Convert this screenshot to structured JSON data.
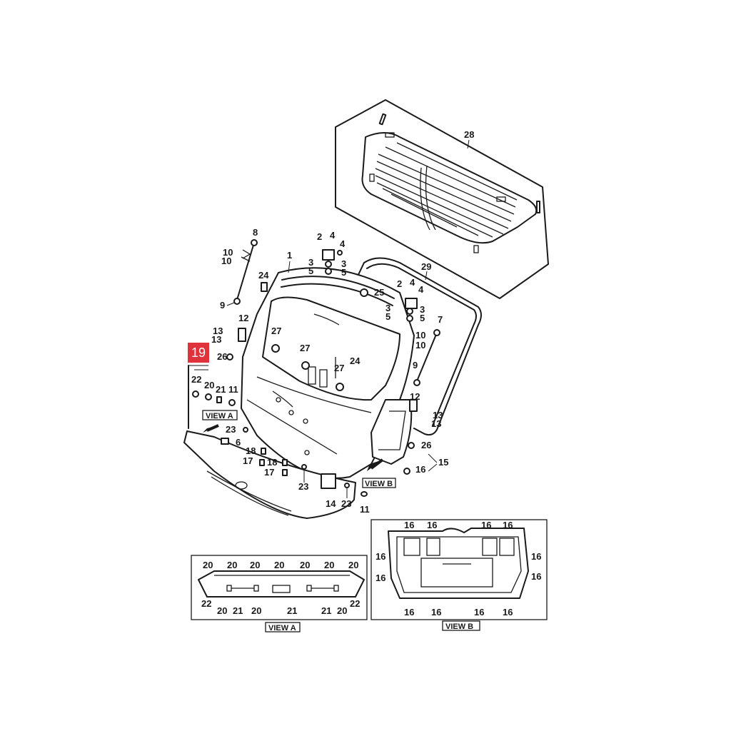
{
  "highlight": {
    "label": "19",
    "color": "#e0323c"
  },
  "part_numbers": {
    "glass": "28",
    "door": "1",
    "weatherstrip": "29",
    "strut_left": "8",
    "strut_right": "7",
    "hinge": "2",
    "hinge_bolt": "3",
    "hinge_nut_a": "4",
    "hinge_nut_b": "5",
    "clip_a": "10",
    "clip_b": "9",
    "pad": "24",
    "plug_a": "25",
    "plug_b": "26",
    "plug_c": "27",
    "bumper": "12",
    "screw": "13",
    "garnish_22": "22",
    "garnish_20": "20",
    "garnish_21": "21",
    "garnish_11": "11",
    "garnish_23": "23",
    "garnish_6": "6",
    "garnish_18": "18",
    "garnish_17": "17",
    "garnish_14": "14",
    "trim_15": "15",
    "trim_16": "16"
  },
  "views": {
    "view_a": "VIEW A",
    "view_b": "VIEW B"
  }
}
